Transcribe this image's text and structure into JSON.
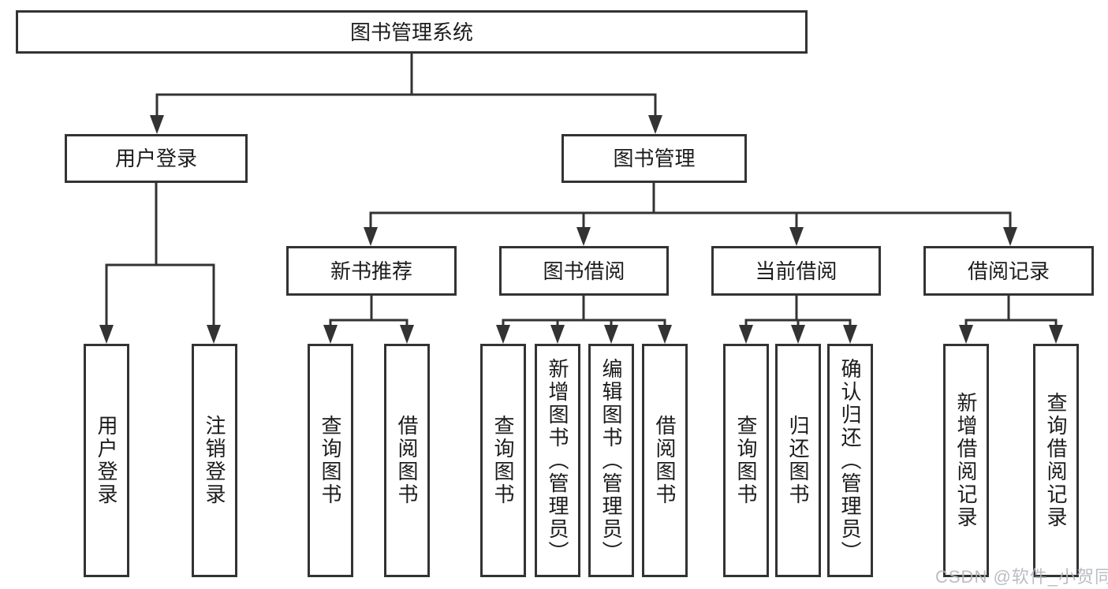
{
  "colors": {
    "line": "#333333",
    "box_border": "#333333",
    "text": "#1c1c1e",
    "background": "#ffffff",
    "watermark": "#b3b6bc"
  },
  "tree": {
    "root": {
      "label": "图书管理系统"
    },
    "branches": [
      {
        "label": "用户登录",
        "children": [
          {
            "label": "用户登录"
          },
          {
            "label": "注销登录"
          }
        ]
      },
      {
        "label": "图书管理",
        "children": [
          {
            "label": "新书推荐",
            "children": [
              {
                "label": "查询图书"
              },
              {
                "label": "借阅图书"
              }
            ]
          },
          {
            "label": "图书借阅",
            "children": [
              {
                "label": "查询图书"
              },
              {
                "label": "新增图书（管理员）"
              },
              {
                "label": "编辑图书（管理员）"
              },
              {
                "label": "借阅图书"
              }
            ]
          },
          {
            "label": "当前借阅",
            "children": [
              {
                "label": "查询图书"
              },
              {
                "label": "归还图书"
              },
              {
                "label": "确认归还（管理员）"
              }
            ]
          },
          {
            "label": "借阅记录",
            "children": [
              {
                "label": "新增借阅记录"
              },
              {
                "label": "查询借阅记录"
              }
            ]
          }
        ]
      }
    ]
  },
  "watermark": {
    "text": "CSDN @软件_小贺同学"
  }
}
